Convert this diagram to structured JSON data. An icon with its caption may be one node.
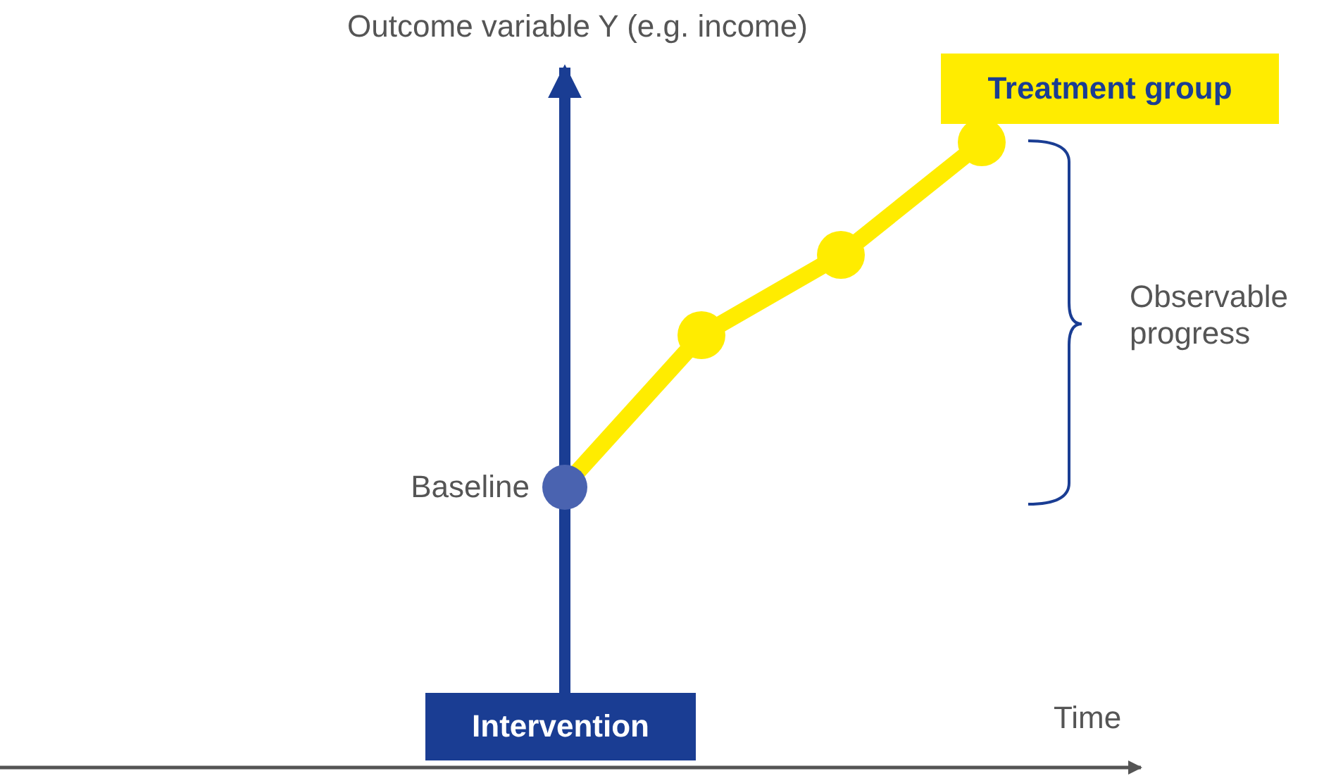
{
  "diagram": {
    "nodes": [
      {
        "text": [
          "Treatment group"
        ]
      },
      {
        "text": [
          "Intervention"
        ]
      }
    ],
    "labels": [
      "Outcome variable Y (e.g. income)",
      "Baseline",
      "Observable progress",
      "Time"
    ]
  }
}
